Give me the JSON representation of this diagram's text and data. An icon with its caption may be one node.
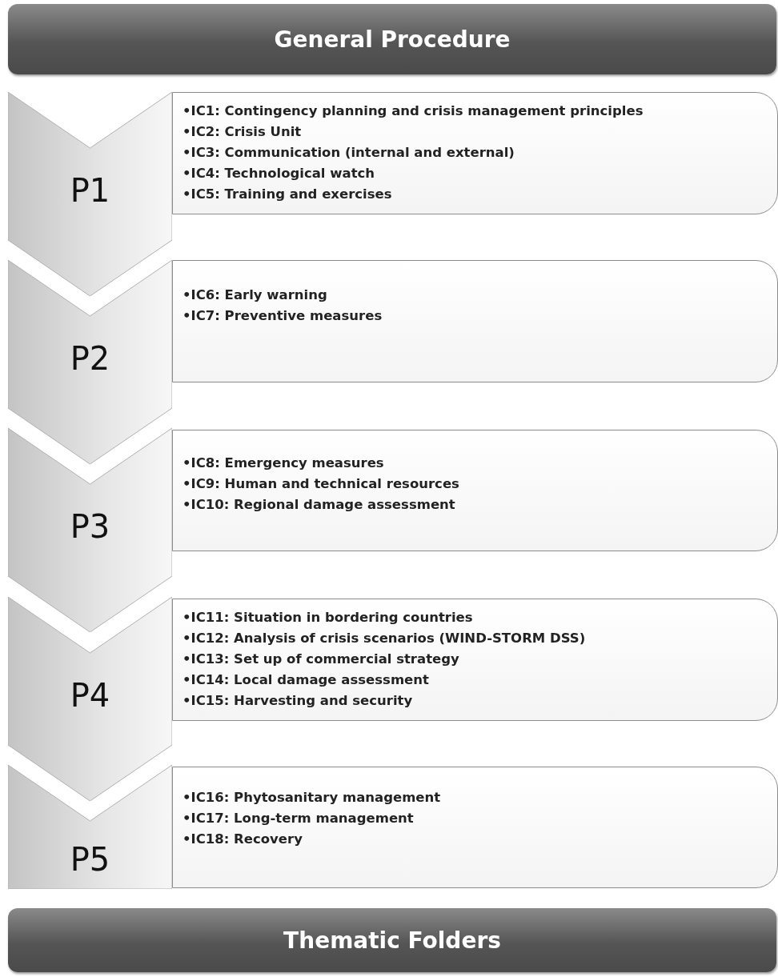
{
  "diagram": {
    "nodes": [
      {
        "text": [
          "General Procedure"
        ]
      },
      {
        "text": [
          "P1"
        ]
      },
      {
        "text": [
          "•IC1: Contingency planning and crisis management principles",
          "•IC2: Crisis Unit",
          "•IC3: Communication (internal and external)",
          "•IC4: Technological watch",
          "•IC5: Training and exercises"
        ]
      },
      {
        "text": [
          "P2"
        ]
      },
      {
        "text": [
          "•IC6: Early warning",
          "•IC7: Preventive measures"
        ]
      },
      {
        "text": [
          "P3"
        ]
      },
      {
        "text": [
          "•IC8: Emergency measures",
          "•IC9: Human and technical resources",
          "•IC10: Regional damage assessment"
        ]
      },
      {
        "text": [
          "P4"
        ]
      },
      {
        "text": [
          "•IC11: Situation in bordering countries",
          "•IC12: Analysis of crisis scenarios (WIND-STORM DSS)",
          "•IC13: Set up of commercial strategy",
          "•IC14: Local damage assessment",
          "•IC15: Harvesting and security"
        ]
      },
      {
        "text": [
          "P5"
        ]
      },
      {
        "text": [
          "•IC16: Phytosanitary management",
          "•IC17: Long-term management",
          "•IC18: Recovery"
        ]
      },
      {
        "text": [
          "Thematic Folders"
        ]
      }
    ]
  }
}
